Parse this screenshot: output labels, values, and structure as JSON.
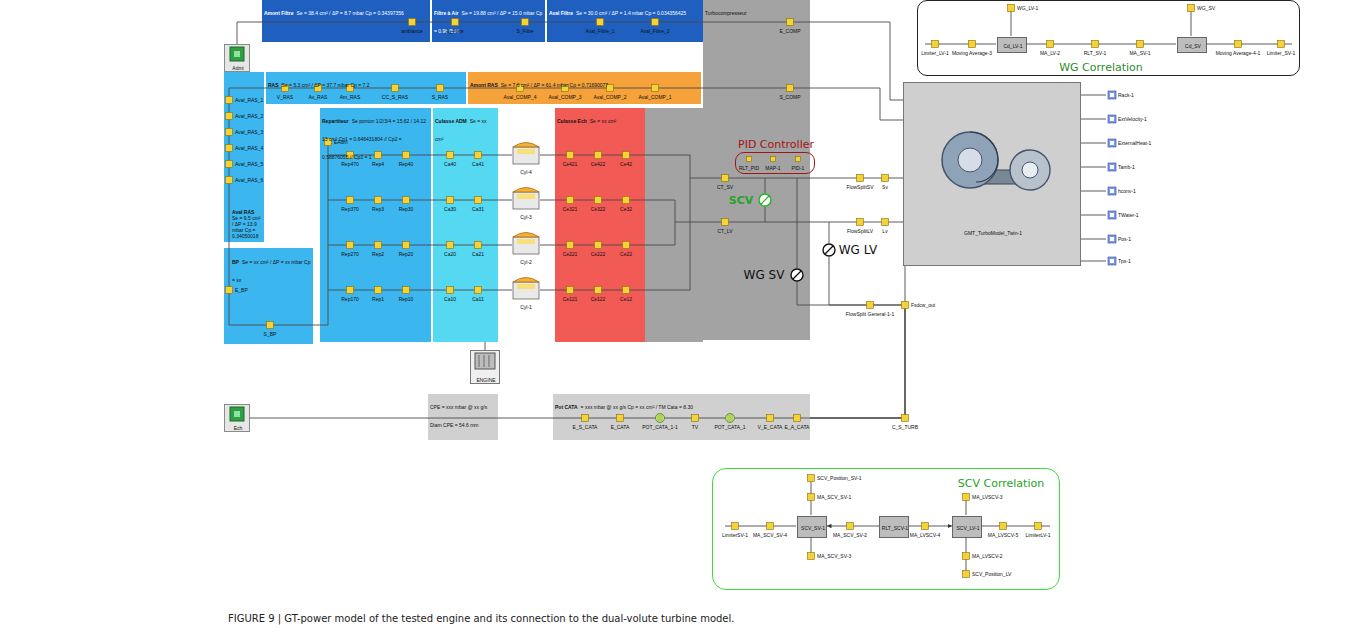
{
  "diagram": {
    "caption": "FIGURE 9 | GT-power model of the tested engine and its connection to the dual-volute turbine model.",
    "nodes": [
      {
        "text": [
          "Admi"
        ]
      },
      {
        "text": [
          "Amont Filtre",
          "Se = 38.4 cm² / ΔP = 8.7 mbar Cp = 0.34397356"
        ]
      },
      {
        "text": [
          "Filtre à Air",
          "Se = 19.88 cm² / ΔP = 15.0 mbar Cp = 0.967596"
        ]
      },
      {
        "text": [
          "Aval Filtre",
          "Se = 30.0 cm² / ΔP = 1.4 mbar Cp = 0.034356425"
        ]
      },
      {
        "text": [
          "Turbocompresseur"
        ]
      },
      {
        "text": [
          "Aval RAS",
          "Se = 9.5 cm² / ΔP = 13.9 mbar Cp = 0.34050018"
        ]
      },
      {
        "text": [
          "RAS",
          "Se = 5.3 cm² / ΔP = 37.7 mbar Cp = 7.2"
        ]
      },
      {
        "text": [
          "Amont RAS",
          "Se = 7.6 cm² / ΔP = 61.4 mbar Cp = 0.71690077"
        ]
      },
      {
        "text": [
          "Repartiteur",
          "Se ponton 1/2/3/4 = 15.62 / 14.12 13 cm² Cp1 = 0.646431804 // Cp2 = 0.58876055 // Cp3 = 1"
        ]
      },
      {
        "text": [
          "Culasse ADM",
          "Se = xx cm²"
        ]
      },
      {
        "text": [
          "Culasse Ech",
          "Se = xx cm²"
        ]
      },
      {
        "text": [
          "BP",
          "Se = xx cm² / ΔP = xx mbar Cp = xx"
        ]
      },
      {
        "text": [
          "ENGINE"
        ]
      },
      {
        "text": [
          "CPE = xxx mbar @ xx g/s Diam CPE = 54.6 mm"
        ]
      },
      {
        "text": [
          "Pot CATA",
          "= xxx mbar @ xx g/s Cp = xx cm² / TM Cata = 8.30"
        ]
      },
      {
        "text": [
          "Ech"
        ]
      },
      {
        "text": [
          "GMT_TurboModel_Twin-1"
        ]
      },
      {
        "text": [
          "WG Correlation"
        ]
      },
      {
        "text": [
          "SCV Correlation"
        ]
      },
      {
        "text": [
          "PID Controller"
        ]
      },
      {
        "text": [
          "SCV"
        ],
        "in": 4
      },
      {
        "text": [
          "WG LV"
        ]
      },
      {
        "text": [
          "WG SV"
        ],
        "in": 4
      },
      {
        "text": [
          "Cd_LV-1"
        ],
        "in": 17
      },
      {
        "text": [
          "Cd_SV"
        ],
        "in": 17
      },
      {
        "text": [
          "SCV_SV-1"
        ],
        "in": 18
      },
      {
        "text": [
          "RLT_SCV-1"
        ],
        "in": 18
      },
      {
        "text": [
          "SCV_LV-1"
        ],
        "in": 18
      }
    ],
    "edges": [
      {
        "from": 0,
        "to": 1,
        "arrow": "none"
      },
      {
        "from": 5,
        "to": 11,
        "arrow": "none"
      },
      {
        "from": 11,
        "to": 8,
        "arrow": "none"
      },
      {
        "from": 4,
        "to": 16,
        "arrow": "none"
      },
      {
        "from": 16,
        "to": 4,
        "arrow": "none"
      },
      {
        "from": 4,
        "to": 16,
        "arrow": "none"
      },
      {
        "from": 4,
        "to": 16,
        "arrow": "none"
      },
      {
        "from": 16,
        "to": 14,
        "arrow": "none"
      },
      {
        "from": 22,
        "to": 14,
        "arrow": "none"
      },
      {
        "from": 21,
        "to": 14,
        "arrow": "none"
      },
      {
        "from": 14,
        "to": 13,
        "arrow": "none"
      },
      {
        "from": 13,
        "to": 15,
        "arrow": "none"
      },
      {
        "from": 26,
        "to": 25,
        "arrow": "to"
      },
      {
        "from": 26,
        "to": 27,
        "arrow": "to"
      }
    ],
    "labels": [
      "ambiance",
      "E_Filtre",
      "S_Filtre",
      "Aval_Filtre_1",
      "Aval_Filtre_2",
      "E_COMP",
      "Aval_RAS_1",
      "Aval_RAS_2",
      "Aval_RAS_3",
      "Aval_RAS_4",
      "Aval_RAS_5",
      "Aval_RAS_6",
      "V_RAS",
      "Av_RAS",
      "Am_RAS",
      "CC_S_RAS",
      "S_RAS",
      "Aval_COMP_4",
      "Aval_COMP_3",
      "Aval_COMP_2",
      "Aval_COMP_1",
      "S_COMP",
      "E_BP",
      "S_BP",
      "EAdm",
      "Rep470",
      "Rep4",
      "Rep40",
      "Rep370",
      "Rep3",
      "Rep30",
      "Rep270",
      "Rep2",
      "Rep20",
      "Rep170",
      "Rep1",
      "Rep10",
      "Ca40",
      "Ca41",
      "Ca30",
      "Ca31",
      "Ca20",
      "Ca21",
      "Ca10",
      "Ca11",
      "Cyl-4",
      "Cyl-3",
      "Cyl-2",
      "Cyl-1",
      "Ce421",
      "Ce422",
      "Ce42",
      "Ce321",
      "Ce322",
      "Ce32",
      "Ce221",
      "Ce222",
      "Ce22",
      "Ce121",
      "Ce122",
      "Ce12",
      "CT_SV",
      "FlowSplitSV",
      "Sv",
      "CT_LV",
      "FlowSplitLV",
      "Lv",
      "RLT_PID",
      "MAP-1",
      "PID-1",
      "Rack-1",
      "ExtVelocity-1",
      "ExternalHeat-1",
      "Tamb-1",
      "hconv-1",
      "TWater-1",
      "Pos-1",
      "Tps-1",
      "FlowSplit General-1-1",
      "Fsdcw_out",
      "C_S_TURB",
      "E_S_CATA",
      "E_CATA",
      "POT_CATA_1-1",
      "TV",
      "POT_CATA_1",
      "V_E_CATA",
      "E_A_CATA",
      "Limiter_LV-1",
      "Moving Average-3",
      "WG_LV-1",
      "MA_LV-2",
      "RLT_SV-1",
      "MA_SV-1",
      "WG_SV",
      "Moving Average-4-1",
      "Limiter_SV-1",
      "SCV_Position_SV-1",
      "MA_SCV_SV-1",
      "LimiterSV-1",
      "MA_SCV_SV-4",
      "MA_SCV_SV-3",
      "MA_SCV_SV-2",
      "MA_LVSCV-4",
      "MA_LVSCV-5",
      "LimiterLV-1",
      "MA_LVSCV-3",
      "MA_LVSCV-2",
      "SCV_Position_LV"
    ]
  }
}
